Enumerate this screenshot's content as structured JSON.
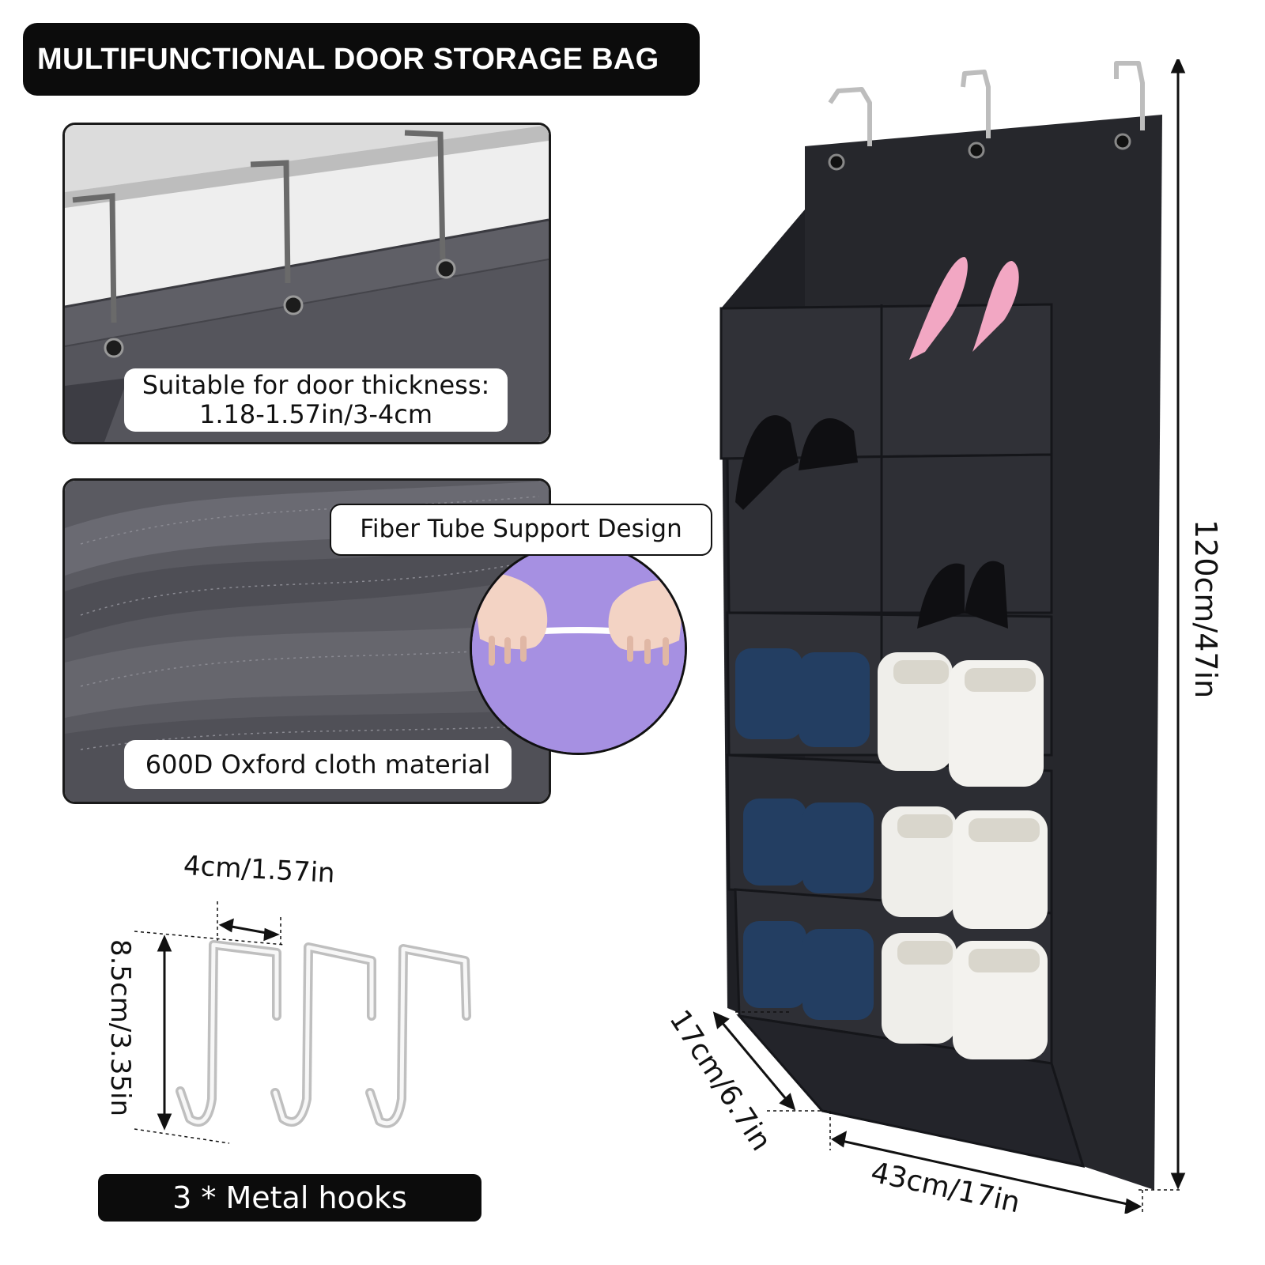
{
  "title": "MULTIFUNCTIONAL DOOR STORAGE BAG",
  "door_panel": {
    "caption_line1": "Suitable for door thickness:",
    "caption_line2": "1.18-1.57in/3-4cm"
  },
  "fabric_panel": {
    "caption": "600D Oxford cloth material",
    "support_label": "Fiber Tube Support Design"
  },
  "hooks": {
    "width_label": "4cm/1.57in",
    "height_label": "8.5cm/3.35in",
    "caption": "3 * Metal hooks"
  },
  "organizer": {
    "height_label": "120cm/47in",
    "depth_label": "17cm/6.7in",
    "width_label": "43cm/17in"
  },
  "colors": {
    "banner": "#0c0c0c",
    "fabric": "#2b2c31",
    "lilac_bg": "#a58be0",
    "heel_pink": "#f2a7c3",
    "sneaker_navy": "#233e62"
  }
}
